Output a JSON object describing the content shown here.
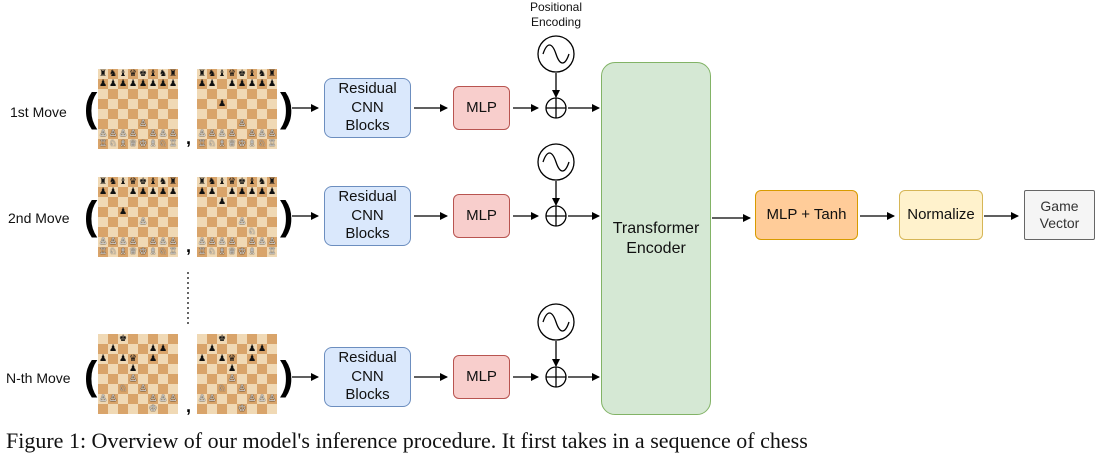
{
  "positional_encoding_label": [
    "Positional",
    "Encoding"
  ],
  "rows": [
    {
      "label": "1st Move",
      "cnn": [
        "Residual",
        "CNN",
        "Blocks"
      ],
      "mlp": "MLP"
    },
    {
      "label": "2nd Move",
      "cnn": [
        "Residual",
        "CNN",
        "Blocks"
      ],
      "mlp": "MLP"
    },
    {
      "label": "N-th Move",
      "cnn": [
        "Residual",
        "CNN",
        "Blocks"
      ],
      "mlp": "MLP"
    }
  ],
  "transformer": [
    "Transformer",
    "Encoder"
  ],
  "mlp_tanh": "MLP + Tanh",
  "normalize": "Normalize",
  "game_vector": [
    "Game",
    "Vector"
  ],
  "caption": "Figure 1: Overview of our model's inference procedure. It first takes in a sequence of chess",
  "colors": {
    "cnn_fill": "#dae8fc",
    "cnn_stroke": "#6c8ebf",
    "mlp_fill": "#f8cecc",
    "mlp_stroke": "#b85450",
    "transformer_fill": "#d5e8d4",
    "transformer_stroke": "#82b366",
    "mlp_tanh_fill": "#ffcc99",
    "mlp_tanh_stroke": "#d79b00",
    "normalize_fill": "#fff2cc",
    "normalize_stroke": "#d6b656",
    "game_vector_fill": "#f5f5f5",
    "game_vector_stroke": "#666666"
  }
}
